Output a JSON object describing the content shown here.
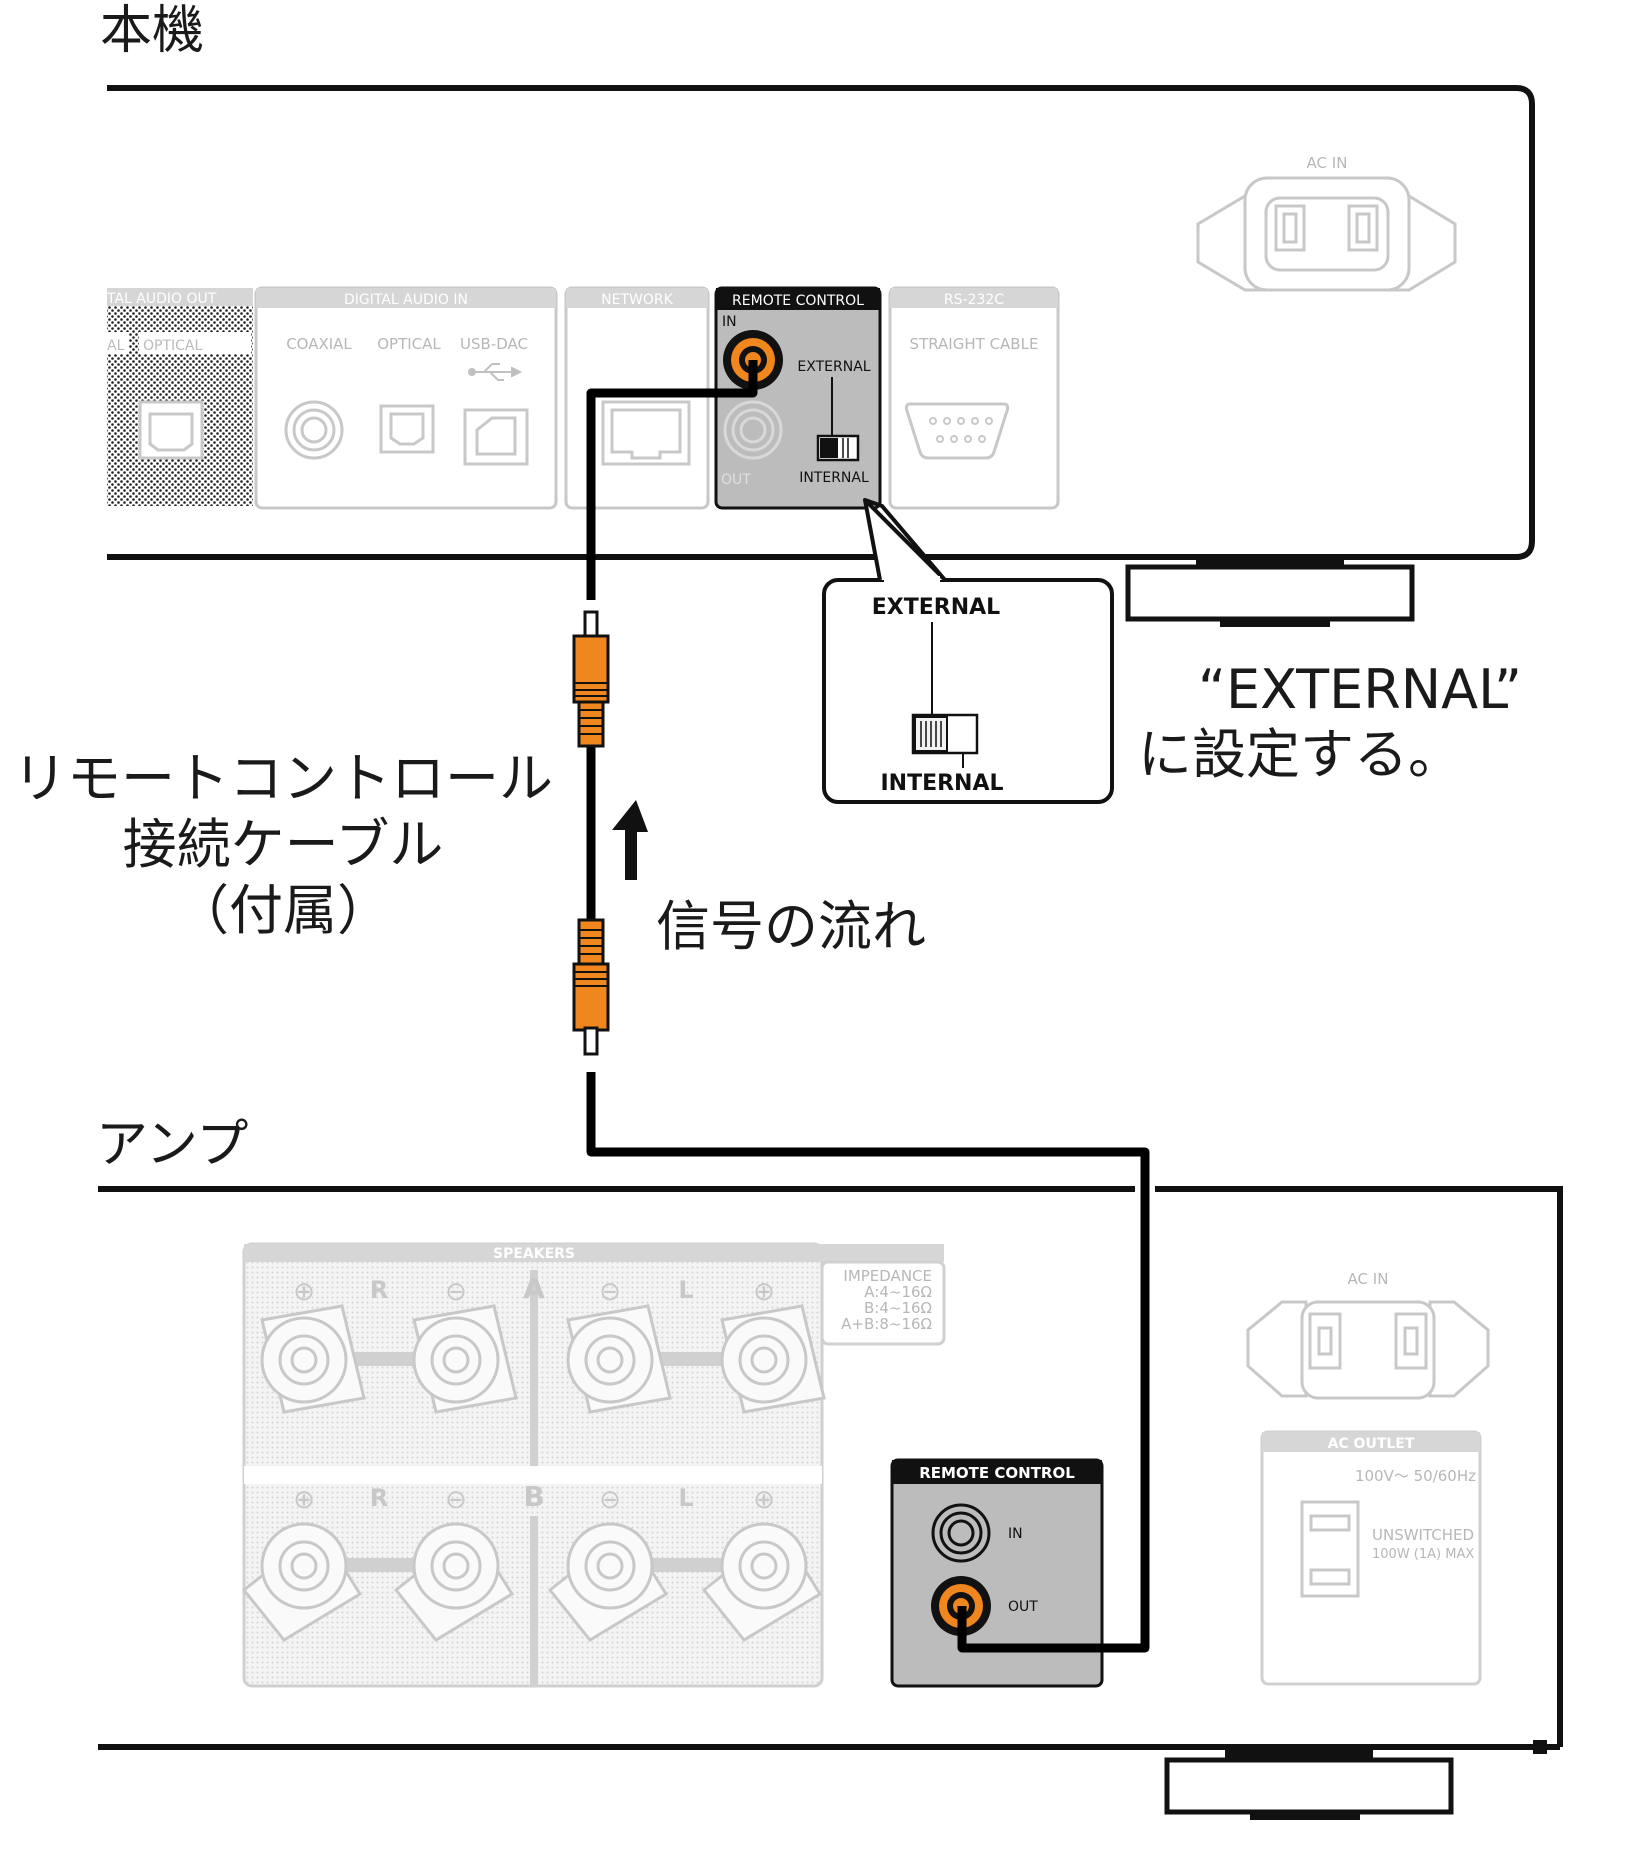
{
  "labels": {
    "main_unit": "本機",
    "amplifier": "アンプ",
    "cable_line1": "リモートコントロール",
    "cable_line2": "接続ケーブル",
    "cable_line3": "（付属）",
    "signal_flow": "信号の流れ",
    "set_line1": "“EXTERNAL”",
    "set_line2": "に設定する。"
  },
  "main_unit_panel": {
    "ac_in": "AC IN",
    "digital_audio_out": "TAL AUDIO OUT",
    "digital_audio_out_sub1": "AL",
    "digital_audio_out_sub2": "OPTICAL",
    "digital_audio_in": "DIGITAL AUDIO IN",
    "coaxial": "COAXIAL",
    "optical": "OPTICAL",
    "usb_dac": "USB-DAC",
    "network": "NETWORK",
    "remote_control": "REMOTE CONTROL",
    "rc_in": "IN",
    "rc_out": "OUT",
    "external": "EXTERNAL",
    "internal": "INTERNAL",
    "rs232c": "RS-232C",
    "straight_cable": "STRAIGHT CABLE"
  },
  "callout": {
    "external": "EXTERNAL",
    "internal": "INTERNAL"
  },
  "amp_panel": {
    "speakers": "SPEAKERS",
    "impedance": "IMPEDANCE",
    "imp_a": "A:4~16Ω",
    "imp_b": "B:4~16Ω",
    "imp_ab": "A+B:8~16Ω",
    "group_a": "A",
    "group_b": "B",
    "r": "R",
    "l": "L",
    "plus": "⊕",
    "minus": "⊖",
    "remote_control": "REMOTE CONTROL",
    "rc_in": "IN",
    "rc_out": "OUT",
    "ac_in": "AC IN",
    "ac_outlet": "AC OUTLET",
    "ac_outlet_voltage": "100V〜 50/60Hz",
    "unswitched": "UNSWITCHED",
    "unswitched_rating": "100W (1A) MAX"
  },
  "colors": {
    "connector": "#f0861e",
    "panel_gray": "#bcbcbc",
    "cable": "#000000",
    "faint": "#c8c8c8"
  }
}
